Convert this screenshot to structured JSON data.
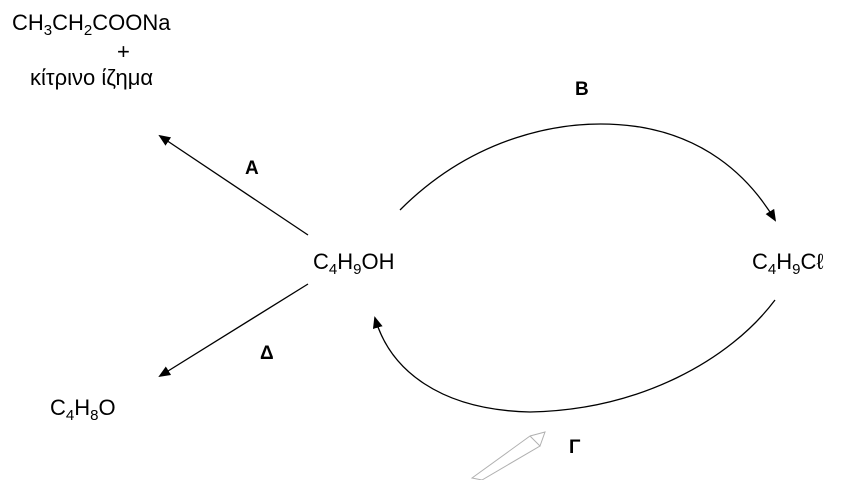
{
  "diagram": {
    "nodes": {
      "product_a": {
        "line1_parts": [
          {
            "t": "CH",
            "s": false
          },
          {
            "t": "3",
            "s": true
          },
          {
            "t": "CH",
            "s": false
          },
          {
            "t": "2",
            "s": true
          },
          {
            "t": "COONa",
            "s": false
          }
        ],
        "plus": "+",
        "line3": "κίτρινο ίζημα"
      },
      "alcohol": [
        {
          "t": "C",
          "s": false
        },
        {
          "t": "4",
          "s": true
        },
        {
          "t": "H",
          "s": false
        },
        {
          "t": "9",
          "s": true
        },
        {
          "t": "OH",
          "s": false
        }
      ],
      "chloride": [
        {
          "t": "C",
          "s": false
        },
        {
          "t": "4",
          "s": true
        },
        {
          "t": "H",
          "s": false
        },
        {
          "t": "9",
          "s": true
        },
        {
          "t": "Cℓ",
          "s": false
        }
      ],
      "carbonyl": [
        {
          "t": "C",
          "s": false
        },
        {
          "t": "4",
          "s": true
        },
        {
          "t": "H",
          "s": false
        },
        {
          "t": "8",
          "s": true
        },
        {
          "t": "O",
          "s": false
        }
      ]
    },
    "reaction_labels": {
      "a": "Α",
      "b": "Β",
      "g": "Γ",
      "d": "Δ"
    }
  },
  "colors": {
    "ink": "#000000",
    "watermark": "#b0b0b0",
    "background": "#ffffff"
  }
}
